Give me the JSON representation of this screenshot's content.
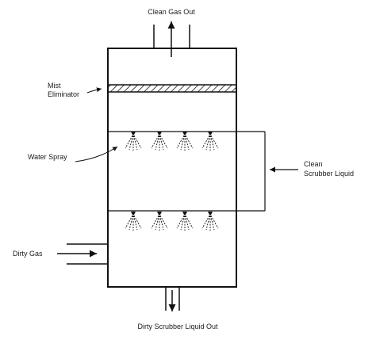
{
  "labels": {
    "clean_gas_out": "Clean Gas Out",
    "mist_line1": "Mist",
    "mist_line2": "Eliminator",
    "water_spray": "Water Spray",
    "clean_liquid_line1": "Clean",
    "clean_liquid_line2": "Scrubber Liquid",
    "dirty_gas": "Dirty Gas",
    "dirty_liquid_out": "Dirty Scrubber Liquid Out"
  },
  "colors": {
    "line": "#111111",
    "background": "#ffffff"
  }
}
